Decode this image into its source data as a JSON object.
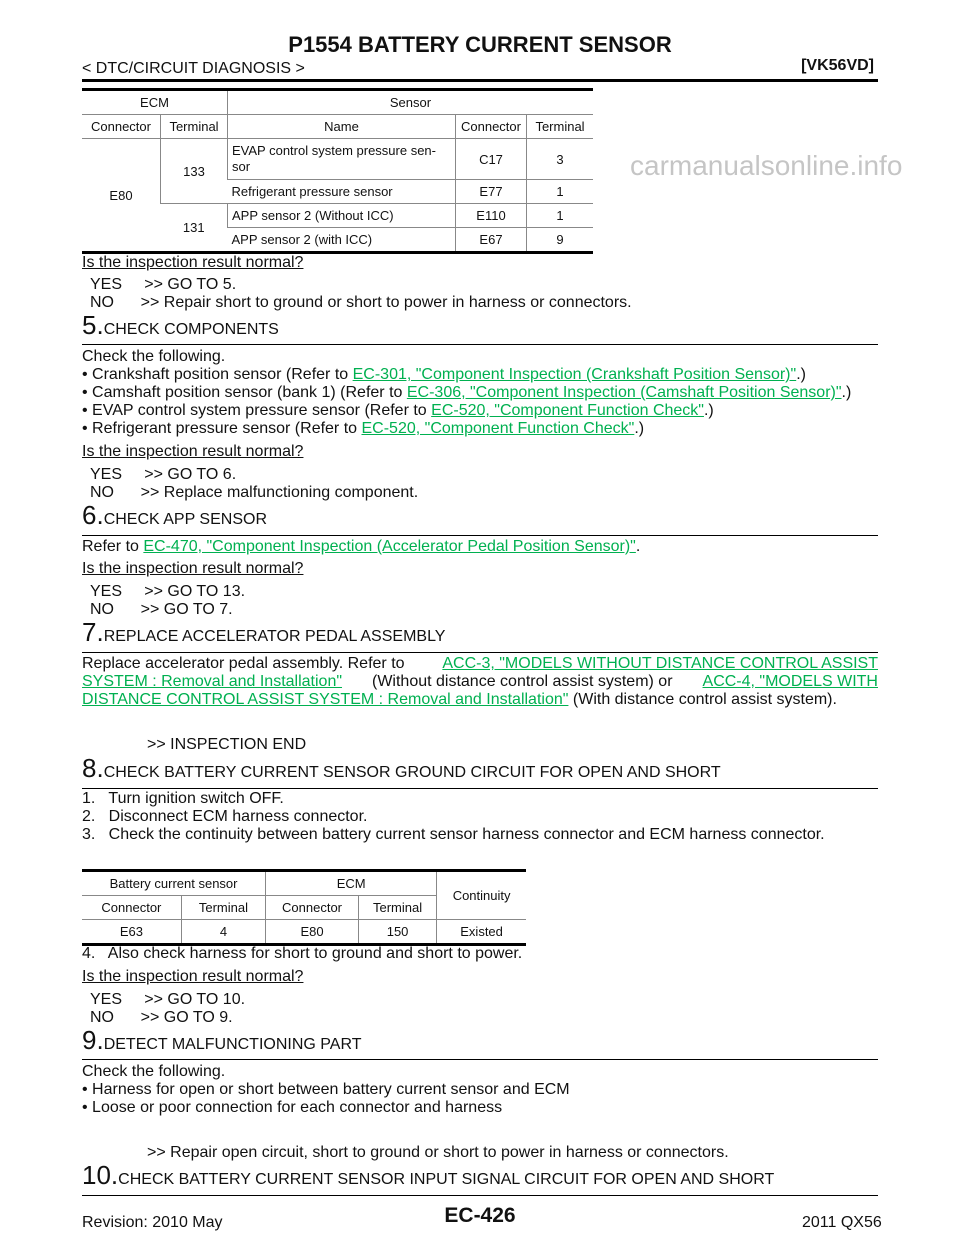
{
  "header": {
    "title": "P1554 BATTERY CURRENT SENSOR",
    "section": "< DTC/CIRCUIT DIAGNOSIS >",
    "model": "[VK56VD]"
  },
  "table1": {
    "h_ecm": "ECM",
    "h_sensor": "Sensor",
    "h_connector": "Connector",
    "h_terminal": "Terminal",
    "h_name": "Name",
    "ecm_connector": "E80",
    "t133": "133",
    "t131": "131",
    "rows": [
      {
        "name": "EVAP control system pressure sen-\nsor",
        "connector": "C17",
        "terminal": "3"
      },
      {
        "name": "Refrigerant pressure sensor",
        "connector": "E77",
        "terminal": "1"
      },
      {
        "name": "APP sensor 2 (Without ICC)",
        "connector": "E110",
        "terminal": "1"
      },
      {
        "name": "APP sensor 2 (with ICC)",
        "connector": "E67",
        "terminal": "9"
      }
    ]
  },
  "q": "Is the inspection result normal?",
  "s4": {
    "yes": "YES     >> GO TO 5.",
    "no": "NO      >> Repair short to ground or short to power in harness or connectors."
  },
  "s5": {
    "num": "5.",
    "title": "CHECK COMPONENTS",
    "intro": "Check the following.",
    "b1a": "• Crankshaft position sensor (Refer to ",
    "b1l": "EC-301, \"Component Inspection (Crankshaft Position Sensor)\"",
    "b1b": ".)",
    "b2a": "• Camshaft position sensor (bank 1) (Refer to ",
    "b2l": "EC-306, \"Component Inspection (Camshaft Position Sensor)\"",
    "b2b": ".)",
    "b3a": "• EVAP control system pressure sensor (Refer to ",
    "b3l": "EC-520, \"Component Function Check\"",
    "b3b": ".)",
    "b4a": "• Refrigerant pressure sensor (Refer to ",
    "b4l": "EC-520, \"Component Function Check\"",
    "b4b": ".)",
    "yes": "YES     >> GO TO 6.",
    "no": "NO      >> Replace malfunctioning component."
  },
  "s6": {
    "num": "6.",
    "title": "CHECK APP SENSOR",
    "a": "Refer to ",
    "l": "EC-470, \"Component Inspection (Accelerator Pedal Position Sensor)\"",
    "b": ".",
    "yes": "YES     >> GO TO 13.",
    "no": "NO      >> GO TO 7."
  },
  "s7": {
    "num": "7.",
    "title": "REPLACE ACCELERATOR PEDAL ASSEMBLY",
    "a": "Replace accelerator pedal assembly. Refer to ",
    "l1a": "ACC-3, \"MODELS WITHOUT DISTANCE CONTROL ASSIST",
    "l1b": "SYSTEM : Removal and Installation\"",
    "m": " (Without distance control assist system) or ",
    "l2a": "ACC-4, \"MODELS WITH",
    "l2b": "DISTANCE CONTROL ASSIST SYSTEM : Removal and Installation\"",
    "e": " (With distance control assist system).",
    "end": ">> INSPECTION END"
  },
  "s8": {
    "num": "8.",
    "title": "CHECK BATTERY CURRENT SENSOR GROUND CIRCUIT FOR OPEN AND SHORT",
    "i1": "1.   Turn ignition switch OFF.",
    "i2": "2.   Disconnect ECM harness connector.",
    "i3": "3.   Check the continuity between battery current sensor harness connector and ECM harness connector.",
    "i4": "4.   Also check harness for short to ground and short to power.",
    "yes": "YES     >> GO TO 10.",
    "no": "NO      >> GO TO 9."
  },
  "table2": {
    "h_bcs": "Battery current sensor",
    "h_ecm": "ECM",
    "h_cont": "Continuity",
    "h_connector": "Connector",
    "h_terminal": "Terminal",
    "row": [
      "E63",
      "4",
      "E80",
      "150",
      "Existed"
    ]
  },
  "s9": {
    "num": "9.",
    "title": "DETECT MALFUNCTIONING PART",
    "intro": "Check the following.",
    "b1": "• Harness for open or short between battery current sensor and ECM",
    "b2": "• Loose or poor connection for each connector and harness",
    "end": ">> Repair open circuit, short to ground or short to power in harness or connectors."
  },
  "s10": {
    "num": "10.",
    "title": "CHECK BATTERY CURRENT SENSOR INPUT SIGNAL CIRCUIT FOR OPEN AND SHORT"
  },
  "footer": {
    "revision": "Revision: 2010 May",
    "page": "EC-426",
    "model": "2011 QX56",
    "watermark": "carmanualsonline.info"
  },
  "colors": {
    "link": "#00b050"
  }
}
